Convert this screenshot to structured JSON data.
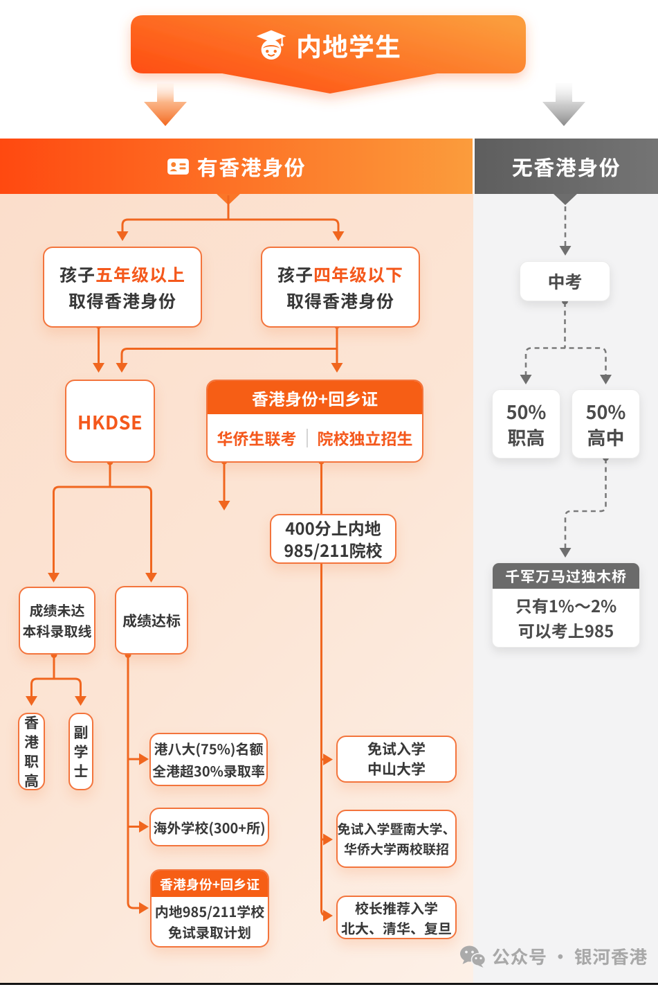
{
  "banner": {
    "title": "内地学生"
  },
  "headers": {
    "left": {
      "label": "有香港身份"
    },
    "right": {
      "label": "无香港身份"
    }
  },
  "nodes": {
    "child_over5": {
      "prefix": "孩子",
      "highlight": "五年级以上",
      "line2": "取得香港身份"
    },
    "child_under4": {
      "prefix": "孩子",
      "highlight": "四年级以下",
      "line2": "取得香港身份"
    },
    "hkdse": {
      "label": "HKDSE"
    },
    "permit": {
      "header": "香港身份+回乡证",
      "left": "华侨生联考",
      "right": "院校独立招生"
    },
    "score400": {
      "line1": "400分上内地",
      "line2": "985/211院校"
    },
    "score_below": {
      "line1": "成绩未达",
      "line2": "本科录取线"
    },
    "score_met": {
      "label": "成绩达标"
    },
    "hk_vocational": {
      "label": "香港职高"
    },
    "associate": {
      "label": "副学士"
    },
    "eight_unis": {
      "line1": "港八大(75%)名额",
      "line2": "全港超30%录取率"
    },
    "overseas": {
      "label": "海外学校(300+所)"
    },
    "mainland_plan": {
      "header": "香港身份+回乡证",
      "line1": "内地985/211学校",
      "line2": "免试录取计划"
    },
    "zhongshan": {
      "line1": "免试入学",
      "line2": "中山大学"
    },
    "jinan": {
      "line1": "免试入学暨南大学、",
      "line2": "华侨大学两校联招"
    },
    "principal": {
      "line1": "校长推荐入学",
      "line2": "北大、清华、复旦"
    },
    "zhongkao": {
      "label": "中考"
    },
    "voc50": {
      "line1": "50%",
      "line2": "职高"
    },
    "hs50": {
      "line1": "50%",
      "line2": "高中"
    },
    "bridge": {
      "header": "千军万马过独木桥",
      "line1": "只有1%～2%",
      "line2": "可以考上985"
    }
  },
  "footer": {
    "label": "公众号 · 银河香港"
  },
  "theme": {
    "orange-deep": "#ff4910",
    "orange-light": "#fb9c3c",
    "orange-solid": "#f65e15",
    "orange-line": "#f0661f",
    "orange-border": "#f3743c",
    "orange-text": "#f4581c",
    "peach-top": "#fbdecb",
    "peach-bottom": "#fdf0e7",
    "gray-bar-dark": "#5e5e5e",
    "gray-bar-light": "#747474",
    "gray-line": "#7a7a7a",
    "gray-arrow": "#6e6e6e",
    "gray-bg": "#f3f3f4",
    "bridge-header": "#6b6b6b",
    "text-dark": "#383838",
    "text-gray": "#4b4b4b",
    "footer-gray": "#a8a8a8"
  }
}
